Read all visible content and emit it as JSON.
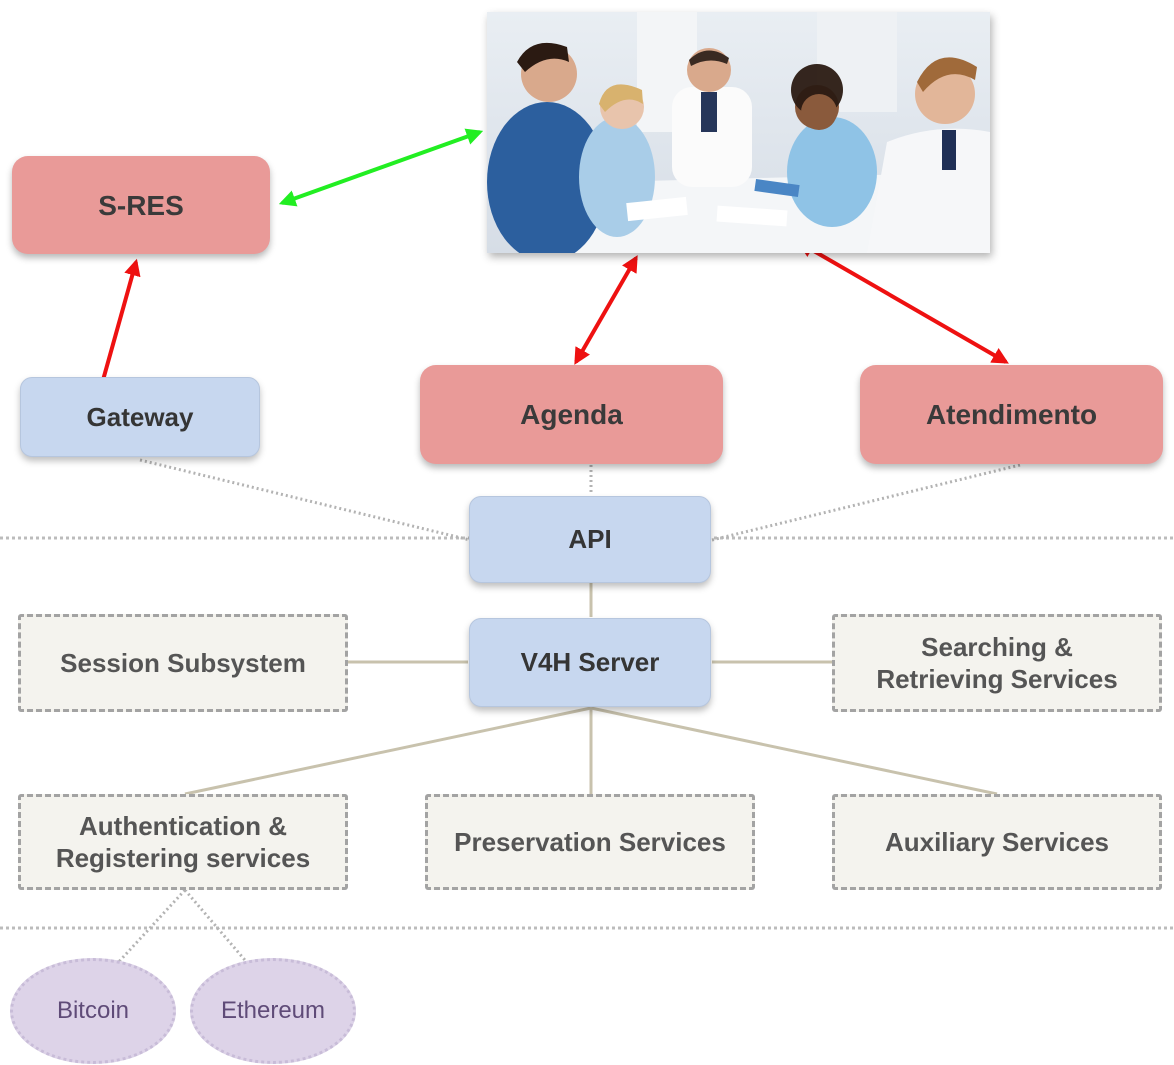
{
  "nodes": {
    "sres": "S-RES",
    "gateway": "Gateway",
    "agenda": "Agenda",
    "atendimento": "Atendimento",
    "api": "API",
    "v4h_server": "V4H Server",
    "session": "Session Subsystem",
    "searching_line1": "Searching &",
    "searching_line2": "Retrieving Services",
    "auth_line1": "Authentication &",
    "auth_line2": "Registering services",
    "preservation": "Preservation Services",
    "auxiliary": "Auxiliary Services",
    "bitcoin": "Bitcoin",
    "ethereum": "Ethereum"
  },
  "colors": {
    "red_box": "#e99a98",
    "blue_box": "#c7d7ef",
    "dashed_box": "#f4f3ee",
    "oval": "#ddd3e8",
    "arrow_red": "#ee1111",
    "arrow_green": "#22ee22",
    "connector": "#c8c2ad"
  },
  "image": {
    "subject": "medical team meeting photo"
  }
}
